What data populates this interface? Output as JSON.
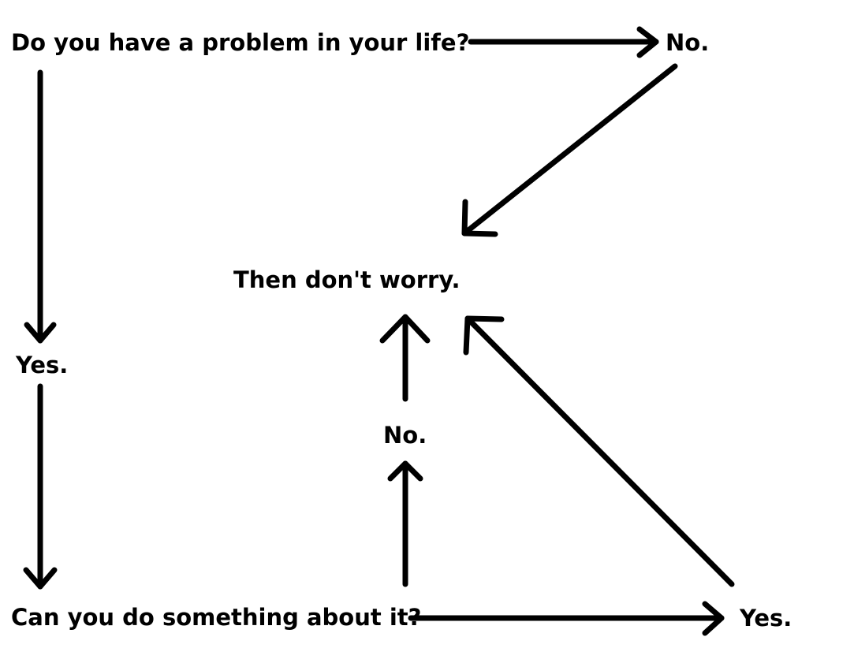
{
  "diagram": {
    "question_1": "Do you have a problem in your life?",
    "answer_no_1": "No.",
    "result": "Then don't worry.",
    "answer_yes_1": "Yes.",
    "question_2": "Can you do something about it?",
    "answer_no_2": "No.",
    "answer_yes_2": "Yes."
  },
  "colors": {
    "ink": "#000000",
    "background": "#ffffff"
  }
}
